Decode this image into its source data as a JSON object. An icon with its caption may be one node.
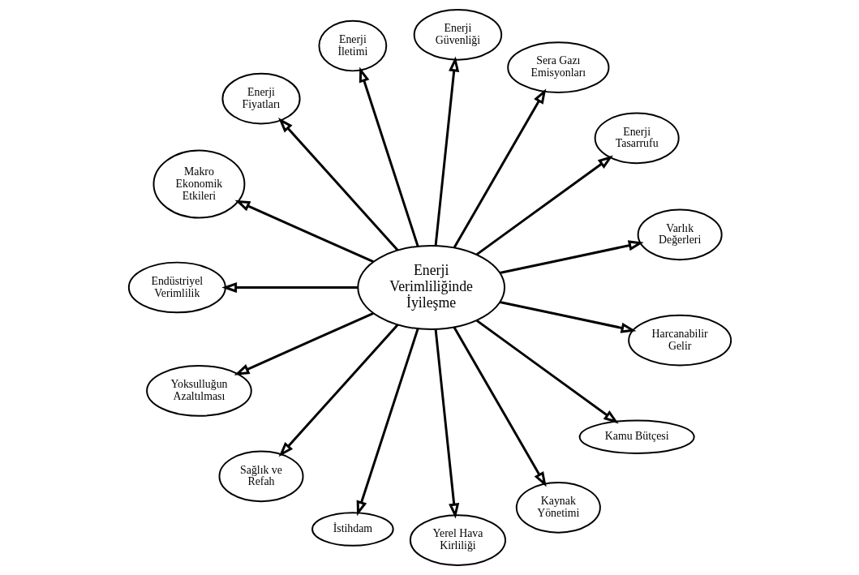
{
  "diagram": {
    "nodes": [
      {
        "text": [
          "Enerji Verimliliğinde İyileşme"
        ]
      },
      {
        "text": [
          "Varlık Değerleri"
        ]
      },
      {
        "text": [
          "Enerji Tasarrufu"
        ]
      },
      {
        "text": [
          "Sera Gazı Emisyonları"
        ]
      },
      {
        "text": [
          "Enerji Güvenliği"
        ]
      },
      {
        "text": [
          "Enerji İletimi"
        ]
      },
      {
        "text": [
          "Enerji Fiyatları"
        ]
      },
      {
        "text": [
          "Makro Ekonomik Etkileri"
        ]
      },
      {
        "text": [
          "Endüstriyel Verimlilik"
        ]
      },
      {
        "text": [
          "Yoksulluğun Azaltılması"
        ]
      },
      {
        "text": [
          "Sağlık ve Refah"
        ]
      },
      {
        "text": [
          "İstihdam"
        ]
      },
      {
        "text": [
          "Yerel Hava Kirliliği"
        ]
      },
      {
        "text": [
          "Kaynak Yönetimi"
        ]
      },
      {
        "text": [
          "Kamu Bütçesi"
        ]
      },
      {
        "text": [
          "Harcanabilir Gelir"
        ]
      }
    ],
    "edges": [
      {
        "from": 0,
        "to": 1,
        "arrow": "to"
      },
      {
        "from": 0,
        "to": 2,
        "arrow": "to"
      },
      {
        "from": 0,
        "to": 3,
        "arrow": "to"
      },
      {
        "from": 0,
        "to": 4,
        "arrow": "to"
      },
      {
        "from": 0,
        "to": 5,
        "arrow": "to"
      },
      {
        "from": 0,
        "to": 6,
        "arrow": "to"
      },
      {
        "from": 0,
        "to": 7,
        "arrow": "to"
      },
      {
        "from": 0,
        "to": 8,
        "arrow": "to"
      },
      {
        "from": 0,
        "to": 9,
        "arrow": "to"
      },
      {
        "from": 0,
        "to": 10,
        "arrow": "to"
      },
      {
        "from": 0,
        "to": 11,
        "arrow": "to"
      },
      {
        "from": 0,
        "to": 12,
        "arrow": "to"
      },
      {
        "from": 0,
        "to": 13,
        "arrow": "to"
      },
      {
        "from": 0,
        "to": 14,
        "arrow": "to"
      },
      {
        "from": 0,
        "to": 15,
        "arrow": "to"
      }
    ]
  }
}
